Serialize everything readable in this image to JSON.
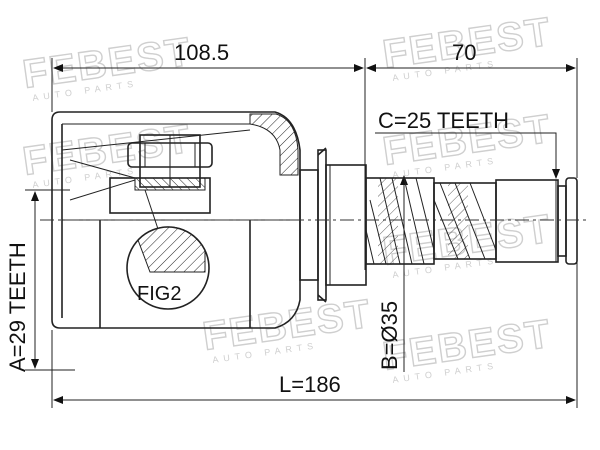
{
  "brand": {
    "watermark_text": "FEBEST",
    "watermark_sub": "AUTO PARTS"
  },
  "dimensions": {
    "housing_length": "108.5",
    "shaft_length": "70",
    "outer_spline": "C=25 TEETH",
    "inner_spline": "A=29 TEETH",
    "shaft_diameter": "B=Ø35",
    "total_length": "L=186"
  },
  "figure_label": "FIG2"
}
